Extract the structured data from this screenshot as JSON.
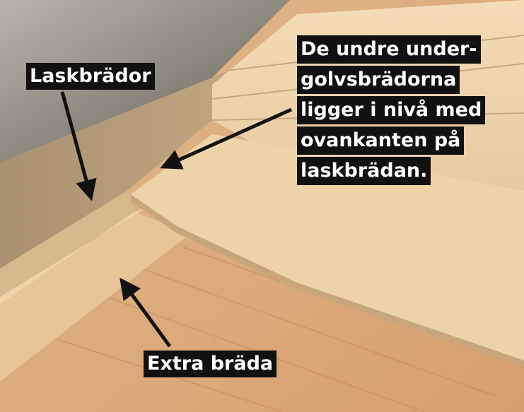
{
  "annotations": {
    "top_left_label": "Laskbrädor",
    "right_block_lines": [
      "De undre under-",
      "golvsbrädorna",
      "ligger i nivå med",
      "ovankanten på",
      "laskbrädan."
    ],
    "bottom_label": "Extra bräda"
  },
  "colors": {
    "label_background": "#111111",
    "label_text": "#ffffff",
    "arrow": "#111111"
  }
}
